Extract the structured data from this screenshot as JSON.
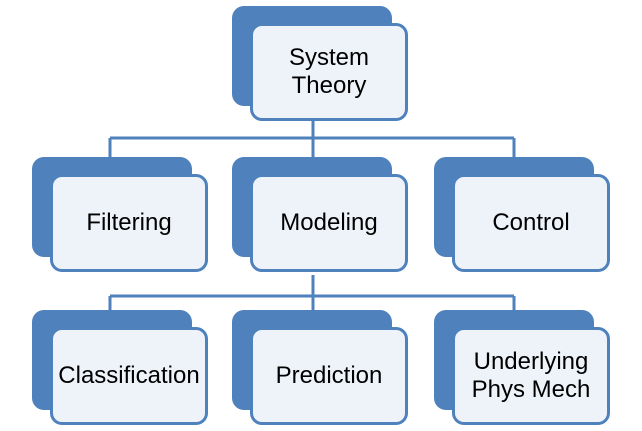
{
  "diagram": {
    "accent_color": "#4f81bd",
    "box_fill_color": "#eef3fa",
    "root": {
      "label": "System\nTheory"
    },
    "level1": [
      {
        "label": "Filtering"
      },
      {
        "label": "Modeling"
      },
      {
        "label": "Control"
      }
    ],
    "level2": [
      {
        "label": "Classification"
      },
      {
        "label": "Prediction"
      },
      {
        "label": "Underlying\nPhys Mech"
      }
    ]
  }
}
